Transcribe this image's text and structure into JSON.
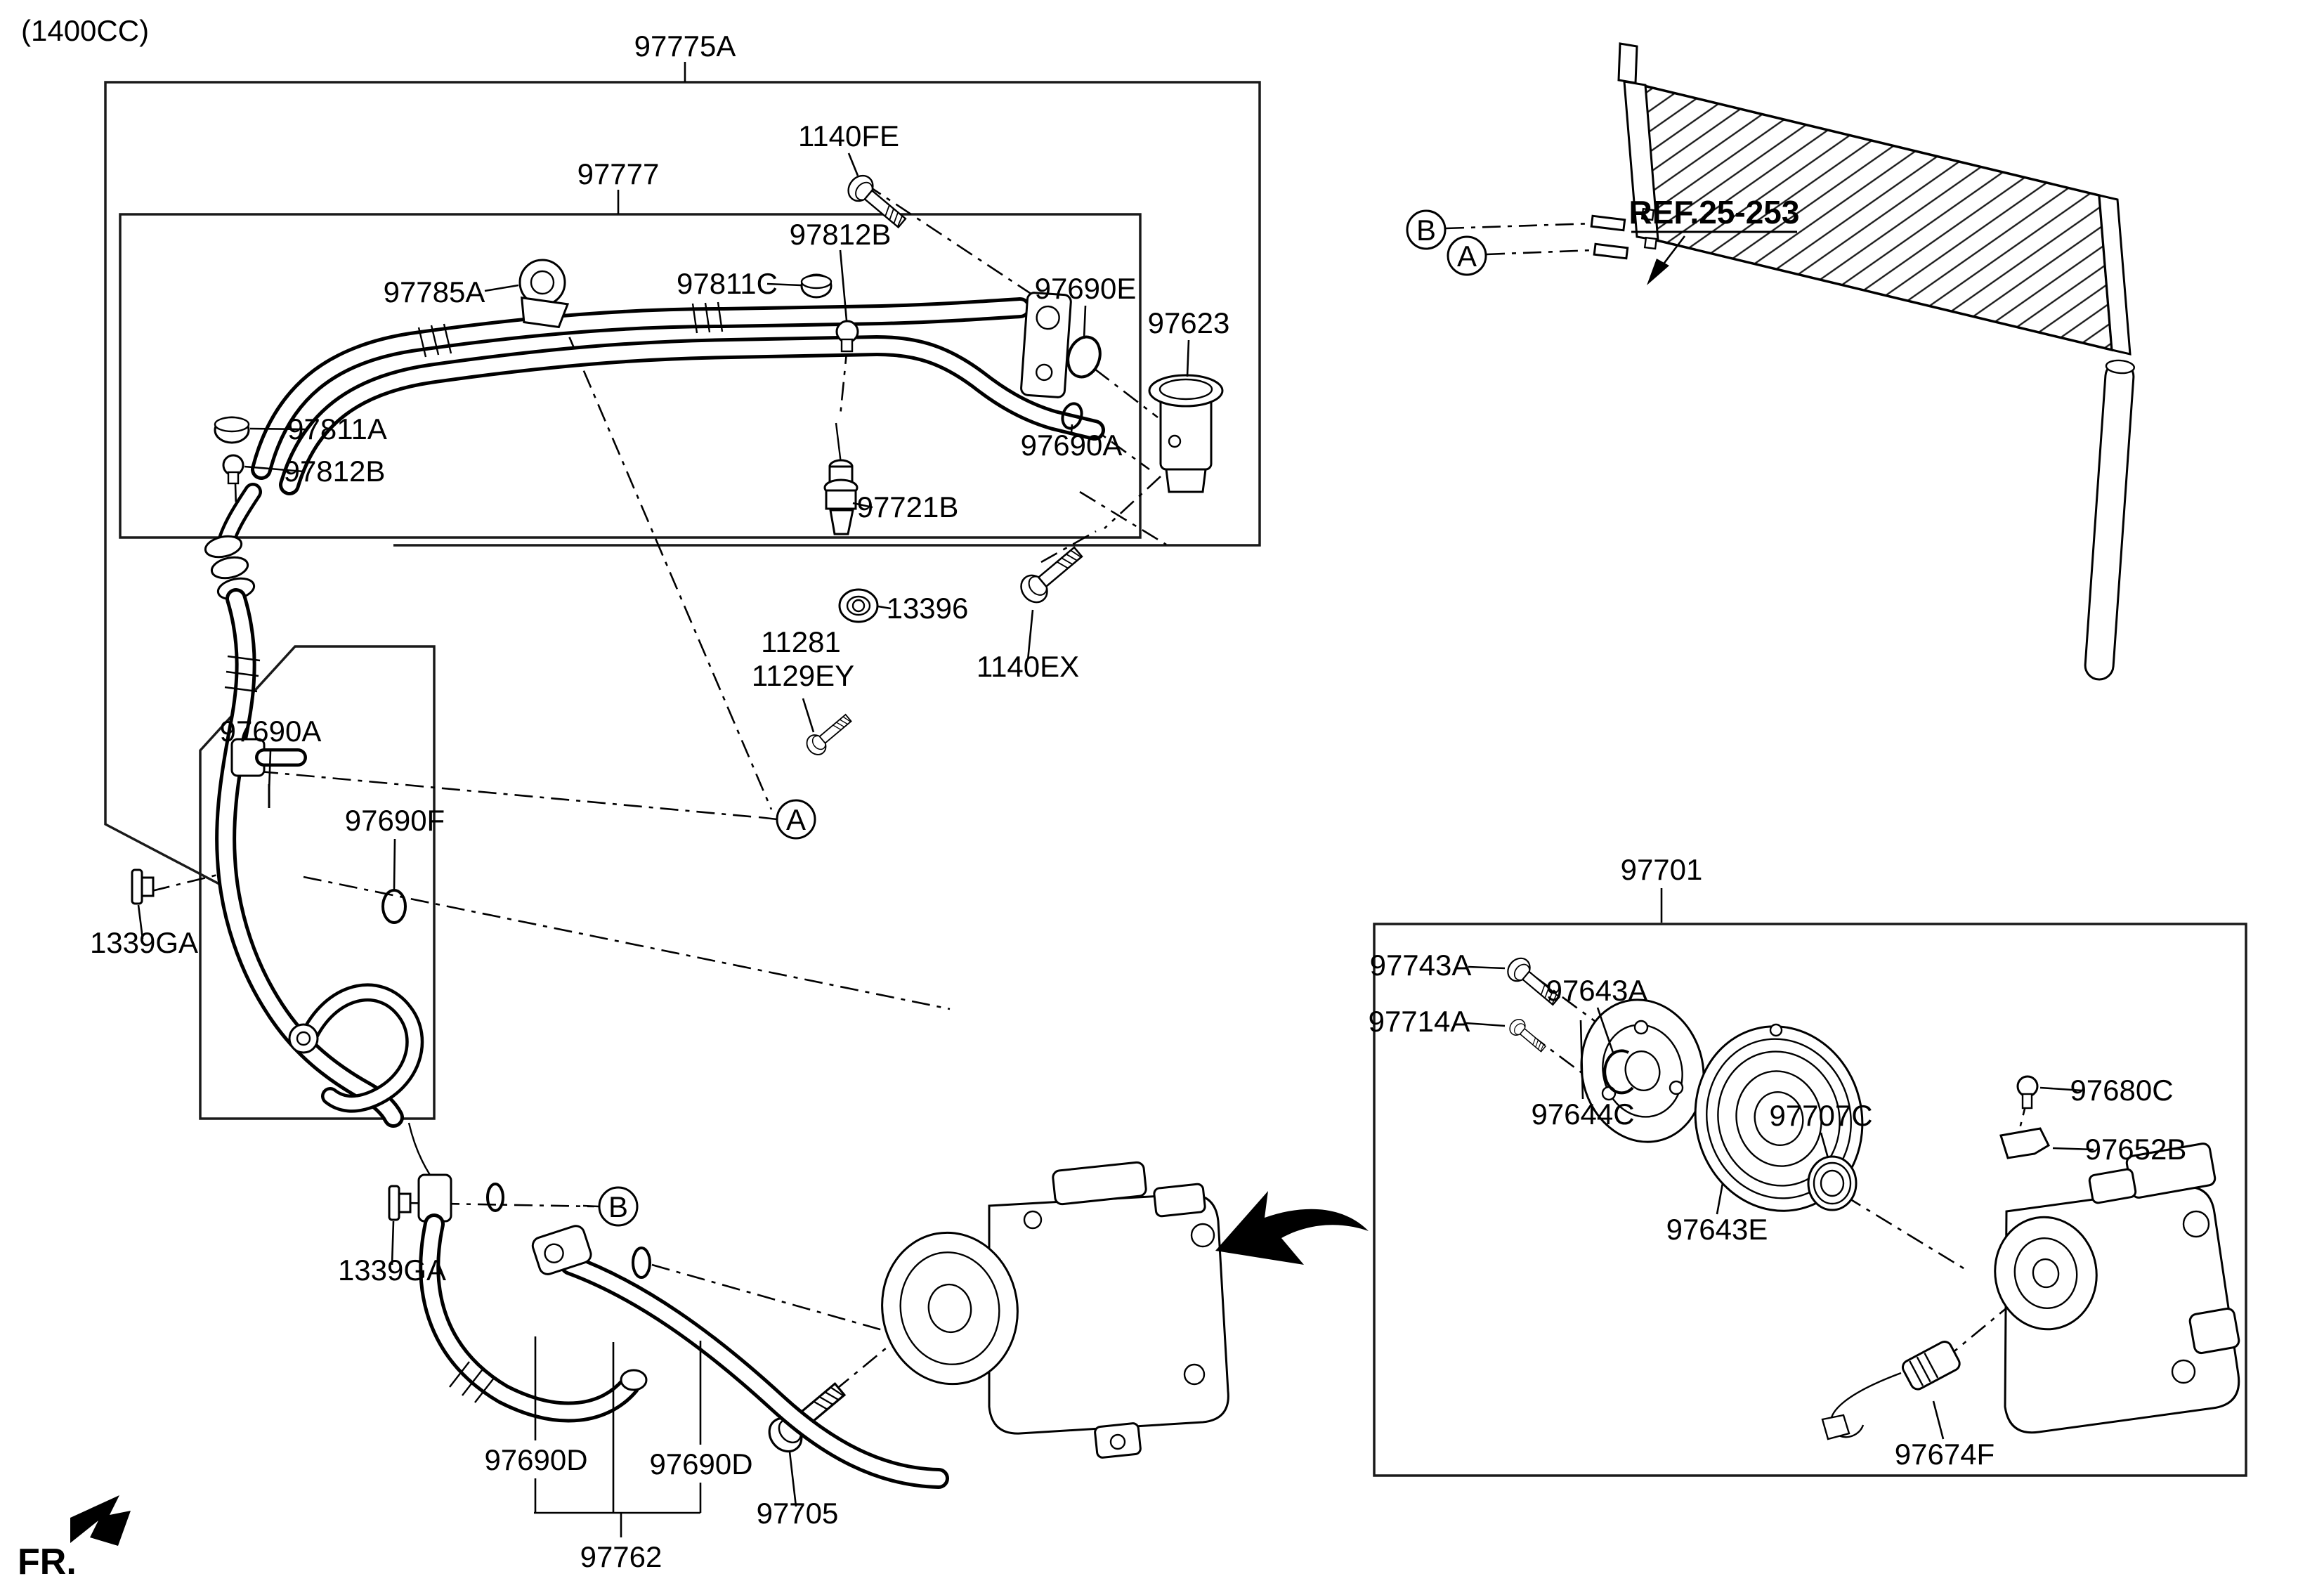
{
  "meta": {
    "engine_variant": "(1400CC)",
    "front_label": "FR.",
    "ref_label": "REF.25-253"
  },
  "sections": {
    "A": "A",
    "B": "B"
  },
  "parts": {
    "97775A": "97775A",
    "97777": "97777",
    "1140FE": "1140FE",
    "97812B": "97812B",
    "97811C": "97811C",
    "97690E": "97690E",
    "97623": "97623",
    "97690A": "97690A",
    "97785A": "97785A",
    "97811A": "97811A",
    "97721B": "97721B",
    "13396": "13396",
    "11281": "11281",
    "1129EY": "1129EY",
    "1140EX": "1140EX",
    "97690F": "97690F",
    "1339GA": "1339GA",
    "97701": "97701",
    "97743A": "97743A",
    "97714A": "97714A",
    "97643A": "97643A",
    "97644C": "97644C",
    "97707C": "97707C",
    "97643E": "97643E",
    "97680C": "97680C",
    "97652B": "97652B",
    "97674F": "97674F",
    "97690D": "97690D",
    "97762": "97762",
    "97705": "97705"
  },
  "colors": {
    "line": "#000000",
    "background": "#ffffff"
  }
}
